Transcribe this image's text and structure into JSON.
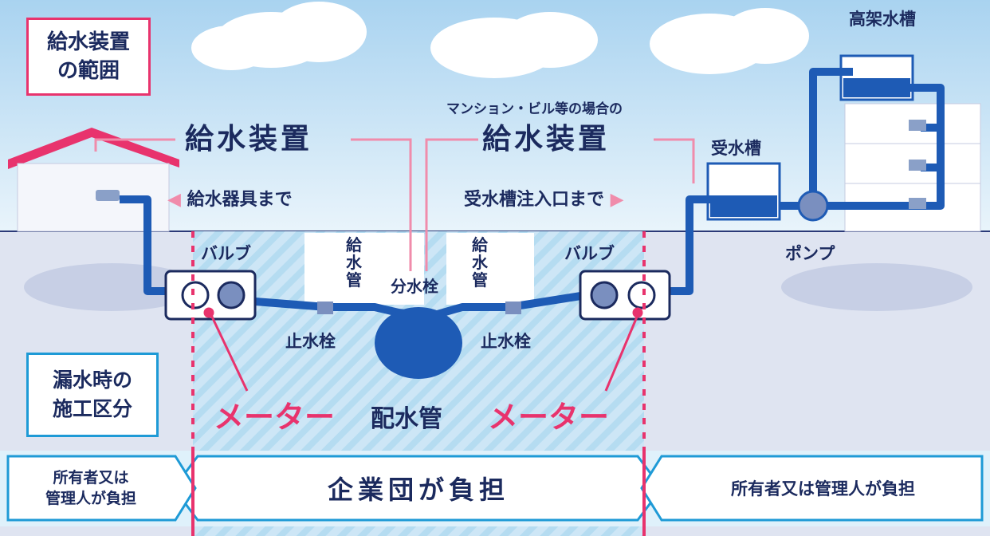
{
  "scope_box": "給水装置\nの範囲",
  "kyusui_left": "給水装置",
  "kyusui_right_note": "マンション・ビル等の場合の",
  "kyusui_right": "給水装置",
  "to_fixtures": "給水器具まで",
  "to_tank_inlet": "受水槽注入口まで",
  "valve_left": "バルブ",
  "valve_right": "バルブ",
  "supply_pipe_left": "給水管",
  "supply_pipe_right": "給水管",
  "branch_tap": "分水栓",
  "stop_valve_left": "止水栓",
  "stop_valve_right": "止水栓",
  "meter_left": "メーター",
  "meter_right": "メーター",
  "distribution_pipe": "配水管",
  "receiving_tank": "受水槽",
  "elevated_tank": "高架水槽",
  "pump": "ポンプ",
  "leak_box": "漏水時の\n施工区分",
  "owner_left": "所有者又は\n管理人が負担",
  "company": "企業団が負担",
  "owner_right": "所有者又は管理人が負担",
  "colors": {
    "pipe": "#1e5bb5",
    "accent": "#e8336d",
    "navy": "#1b2a5e",
    "sky": "#cfe8f7",
    "ground": "#dfe4f1"
  }
}
